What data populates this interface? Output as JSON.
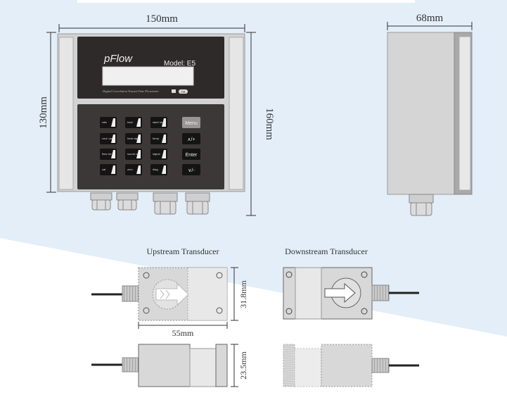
{
  "dimensions": {
    "front_width": "150mm",
    "front_height": "130mm",
    "total_height": "160mm",
    "side_depth": "68mm",
    "transducer_width": "31.8mm",
    "transducer_length": "55mm",
    "transducer_height": "23.5mm"
  },
  "device": {
    "brand": "pFlow",
    "model": "Model: E5",
    "subtitle": "Digital Correlation Transit-Time Flowmeter",
    "badge": "CE"
  },
  "keypad": {
    "keys": [
      [
        "rate",
        "total",
        "start/ stop"
      ],
      [
        "cool. cap.",
        "heat cap.",
        "temp."
      ],
      [
        "flow vel.",
        "sound vel.",
        "signal"
      ],
      [
        "cal.",
        "zero",
        "diag."
      ]
    ],
    "buttons": [
      "Menu",
      "∧/+",
      "Enter",
      "∨/-"
    ]
  },
  "transducers": {
    "upstream_title": "Upstream Transducer",
    "downstream_title": "Downstream Transducer"
  },
  "colors": {
    "panel_dark": "#2e2a2a",
    "housing": "#d8d8d8",
    "background": "#e3eef8"
  }
}
